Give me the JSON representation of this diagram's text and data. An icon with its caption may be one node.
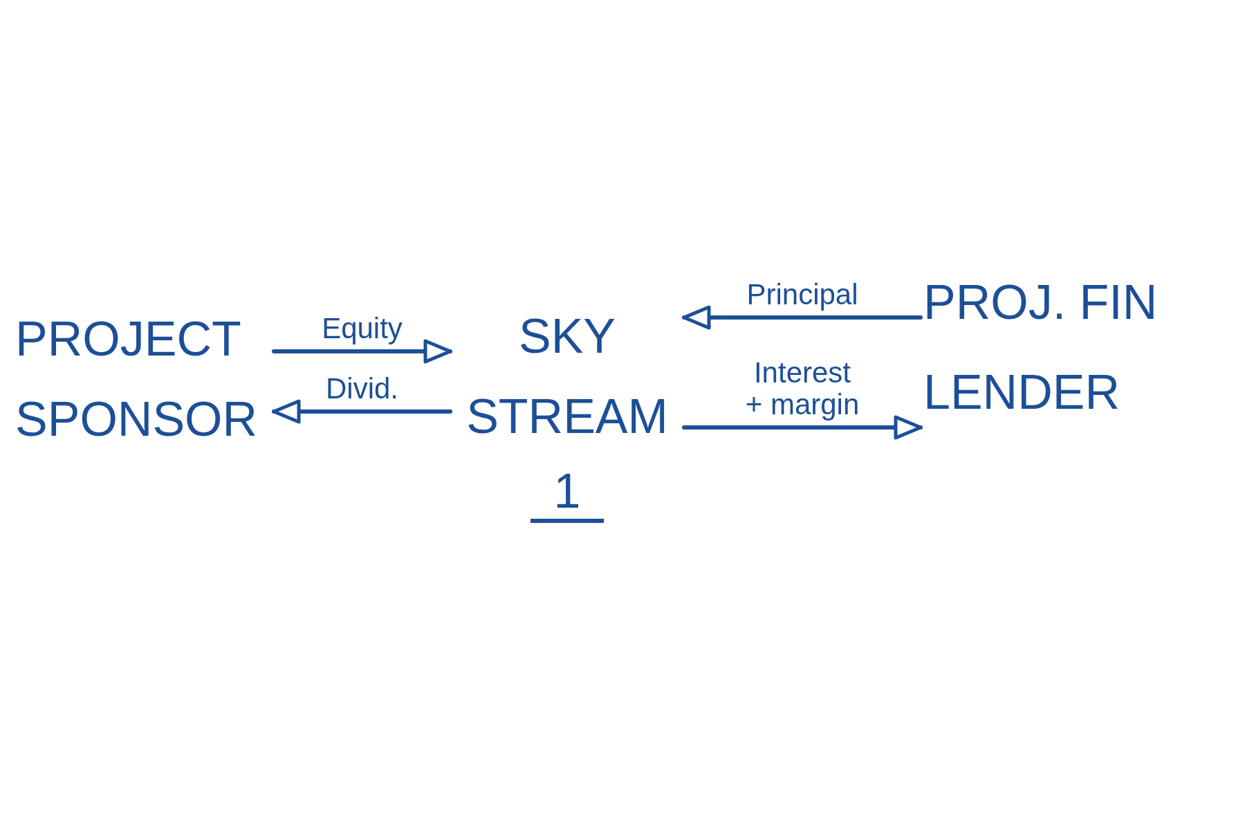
{
  "diagram": {
    "nodes": [
      {
        "text": [
          "PROJECT SPONSOR"
        ]
      },
      {
        "text": [
          "SKY STREAM",
          "1"
        ]
      },
      {
        "text": [
          "PROJ. FIN LENDER"
        ]
      }
    ],
    "edges": [
      {
        "from": 0,
        "to": 1,
        "arrow": "to",
        "label": "Equity"
      },
      {
        "from": 1,
        "to": 0,
        "arrow": "to",
        "label": "Divid."
      },
      {
        "from": 2,
        "to": 1,
        "arrow": "to",
        "label": "Principal"
      },
      {
        "from": 1,
        "to": 2,
        "arrow": "to",
        "label": "Interest + margin"
      }
    ]
  }
}
